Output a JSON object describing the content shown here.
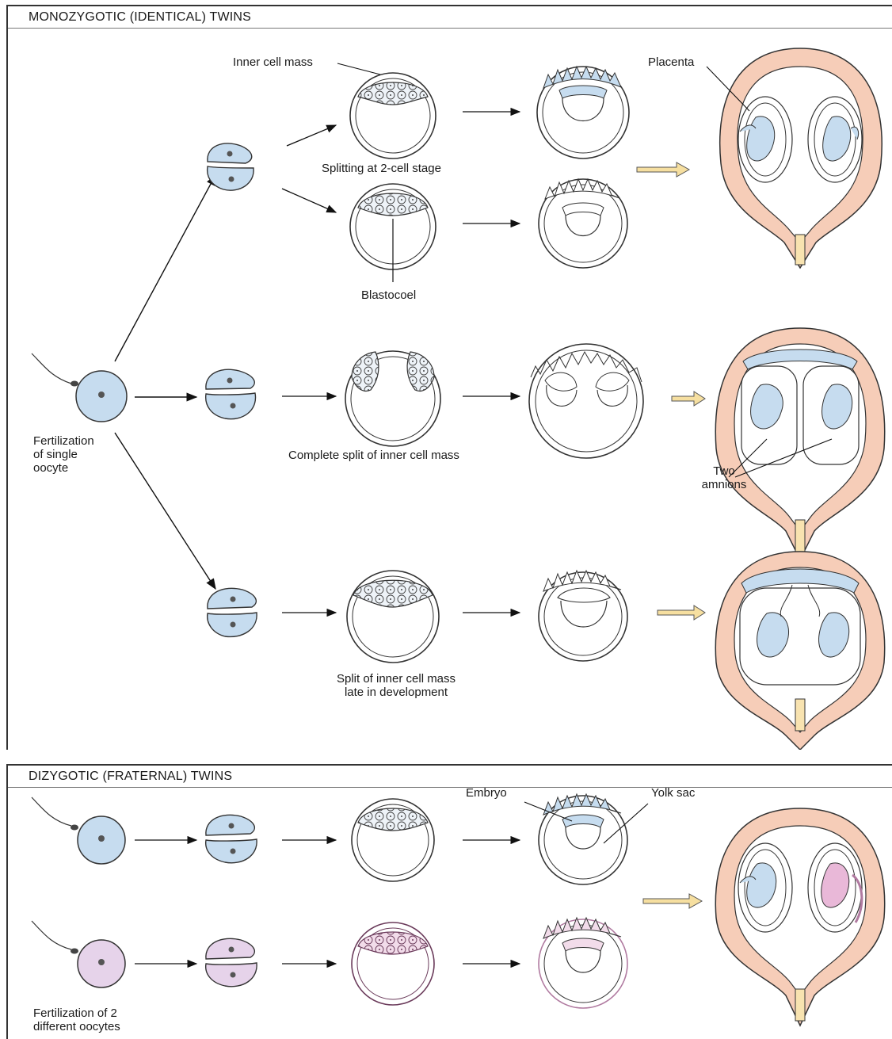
{
  "monozygotic": {
    "title": "MONOZYGOTIC (IDENTICAL) TWINS",
    "labels": {
      "inner_cell_mass": "Inner cell mass",
      "placenta": "Placenta",
      "splitting_2cell": "Splitting at 2-cell stage",
      "blastocoel": "Blastocoel",
      "fertilization_single": "Fertilization\nof single\noocyte",
      "complete_split": "Complete split of inner cell mass",
      "two_amnions": "Two\namnions",
      "late_split": "Split of inner cell mass\nlate in development"
    }
  },
  "dizygotic": {
    "title": "DIZYGOTIC (FRATERNAL) TWINS",
    "labels": {
      "embryo": "Embryo",
      "yolk_sac": "Yolk sac",
      "fertilization_two": "Fertilization of 2\ndifferent oocytes"
    }
  },
  "colors": {
    "cell_blue": "#c6dcef",
    "cell_pink": "#e6d3ea",
    "uterus": "#f6cdb8",
    "arrow_fill": "#f6dfa0"
  }
}
